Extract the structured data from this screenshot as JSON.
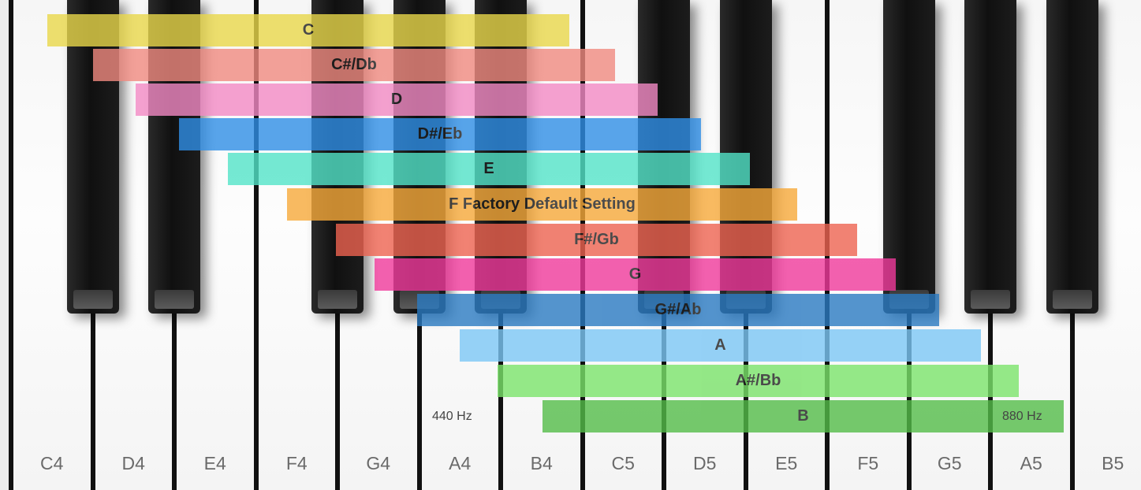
{
  "keyboard": {
    "white_keys": [
      "C4",
      "D4",
      "E4",
      "F4",
      "G4",
      "A4",
      "B4",
      "C5",
      "D5",
      "E5",
      "F5",
      "G5",
      "A5",
      "B5"
    ],
    "black_keys_after": [
      0,
      1,
      3,
      4,
      5,
      7,
      8,
      10,
      11,
      12
    ]
  },
  "bands": [
    {
      "label": "C",
      "color": "#e8d74a"
    },
    {
      "label": "C#/Db",
      "color": "#f08a80"
    },
    {
      "label": "D",
      "color": "#f28ac4"
    },
    {
      "label": "D#/Eb",
      "color": "#2f8fe6"
    },
    {
      "label": "E",
      "color": "#52e3c8"
    },
    {
      "label": "F Factory Default Setting",
      "color": "#f6a93a"
    },
    {
      "label": "F#/Gb",
      "color": "#ee6350"
    },
    {
      "label": "G",
      "color": "#f03a9b"
    },
    {
      "label": "G#/Ab",
      "color": "#2a7ac2"
    },
    {
      "label": "A",
      "color": "#7cc7f5"
    },
    {
      "label": "A#/Bb",
      "color": "#7be36a"
    },
    {
      "label": "B",
      "color": "#54bd49"
    }
  ],
  "annotations": {
    "low_hz": "440 Hz",
    "high_hz": "880 Hz"
  }
}
